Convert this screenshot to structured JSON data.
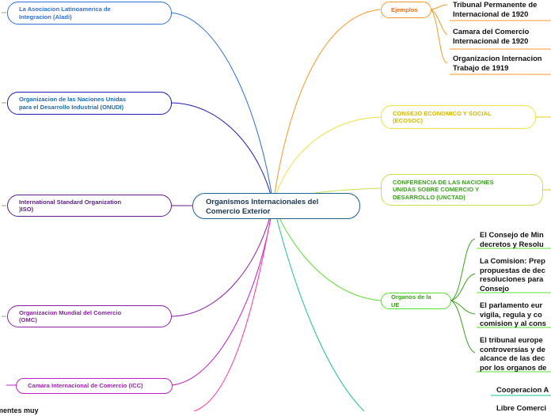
{
  "center": {
    "title_line1": "Organismos Internacionales del",
    "title_line2": "Comercio Exterior"
  },
  "left_nodes": {
    "aladi": {
      "line1": "La Asociacion Latinoamerica de",
      "line2": "Integracion (Aladi)",
      "color": "#2f6fd6"
    },
    "onudi": {
      "line1": "Organizacion de las Naciones Unidas",
      "line2": "para el Desarrollo Industrial (ONUDI)",
      "color": "#1a1ab5"
    },
    "iso": {
      "line1": "International Standard Organization",
      "line2": ")ISO)",
      "color": "#5b1f8a"
    },
    "omc": {
      "line1": "Organizacion Mundial del Comercio",
      "line2": "(OMC)",
      "color": "#8a1fa6"
    },
    "icc": {
      "line1": "Camara Internacional de Comercio (ICC)",
      "color": "#c21fc8"
    },
    "bottom": {
      "line1": "mentes muy"
    }
  },
  "right_nodes": {
    "ejemplos": {
      "label": "Ejemplos",
      "color": "#f39a2a"
    },
    "ecosoc": {
      "line1": "CONSEJO ECONOMICO Y SOCIAL",
      "line2": "(ECOSOC)",
      "color": "#e0c81a"
    },
    "unctad": {
      "line1": "CONFERENCIA DE LAS NACIONES",
      "line2": "UNIDAS SOBRE COMERCIO Y",
      "line3": "DESARROLLO (UNCTAD)",
      "color": "#3aa01e"
    },
    "ue": {
      "label": "Organos de la UE",
      "color": "#3aa01e"
    }
  },
  "ejemplos_leaves": [
    {
      "line1": "Tribunal Permanente de",
      "line2": "Internacional de 1920"
    },
    {
      "line1": "Camara del Comercio",
      "line2": "Internacional de 1920"
    },
    {
      "line1": "Organizacion Internacion",
      "line2": "Trabajo de 1919"
    }
  ],
  "ue_leaves": [
    {
      "lines": [
        "El Consejo de Min",
        "decretos y Resolu"
      ]
    },
    {
      "lines": [
        "La Comision: Prep",
        "propuestas de dec",
        "resoluciones para",
        "Consejo"
      ]
    },
    {
      "lines": [
        "El parlamento eur",
        "vigila, regula y co",
        "comision y al cons"
      ]
    },
    {
      "lines": [
        "El tribunal europe",
        "controversias y de",
        "alcance de las dec",
        "por los organos de"
      ]
    }
  ],
  "bottom_leaves": [
    {
      "label": "Cooperacion A"
    },
    {
      "label": "Libre Comerci"
    }
  ]
}
